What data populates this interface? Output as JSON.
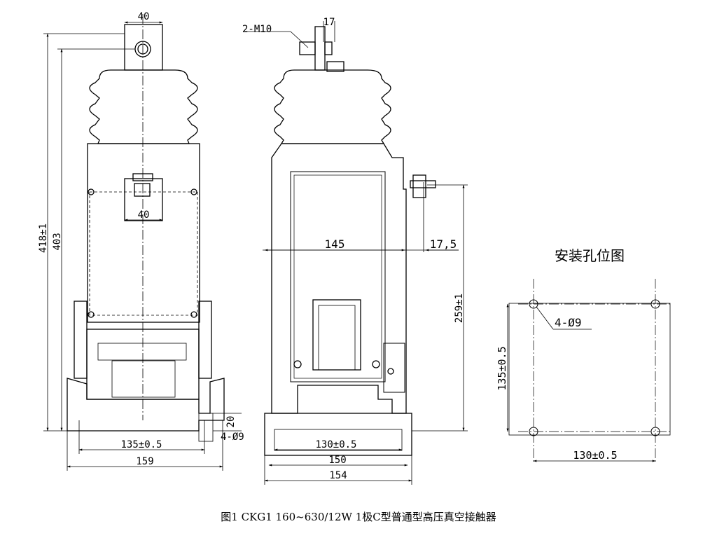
{
  "caption": "图1 CKG1 160~630/12W 1极C型普通型高压真空接触器",
  "front": {
    "dim_top_width": "40",
    "dim_mid_width": "40",
    "dim_total_height": "418±1",
    "dim_height": "403",
    "dim_base_holes": "135±0.5",
    "dim_base_width": "159",
    "dim_base_height": "20",
    "dim_hole": "4-Ø9"
  },
  "side": {
    "dim_bolt": "2-M10",
    "dim_top_offset": "17",
    "dim_inner_width": "145",
    "dim_right_offset": "17,5",
    "dim_height": "259±1",
    "dim_base_holes": "130±0.5",
    "dim_base_inner": "150",
    "dim_base_width": "154"
  },
  "mount": {
    "title": "安装孔位图",
    "dim_holes": "4-Ø9",
    "dim_vertical": "135±0.5",
    "dim_horizontal": "130±0.5"
  }
}
